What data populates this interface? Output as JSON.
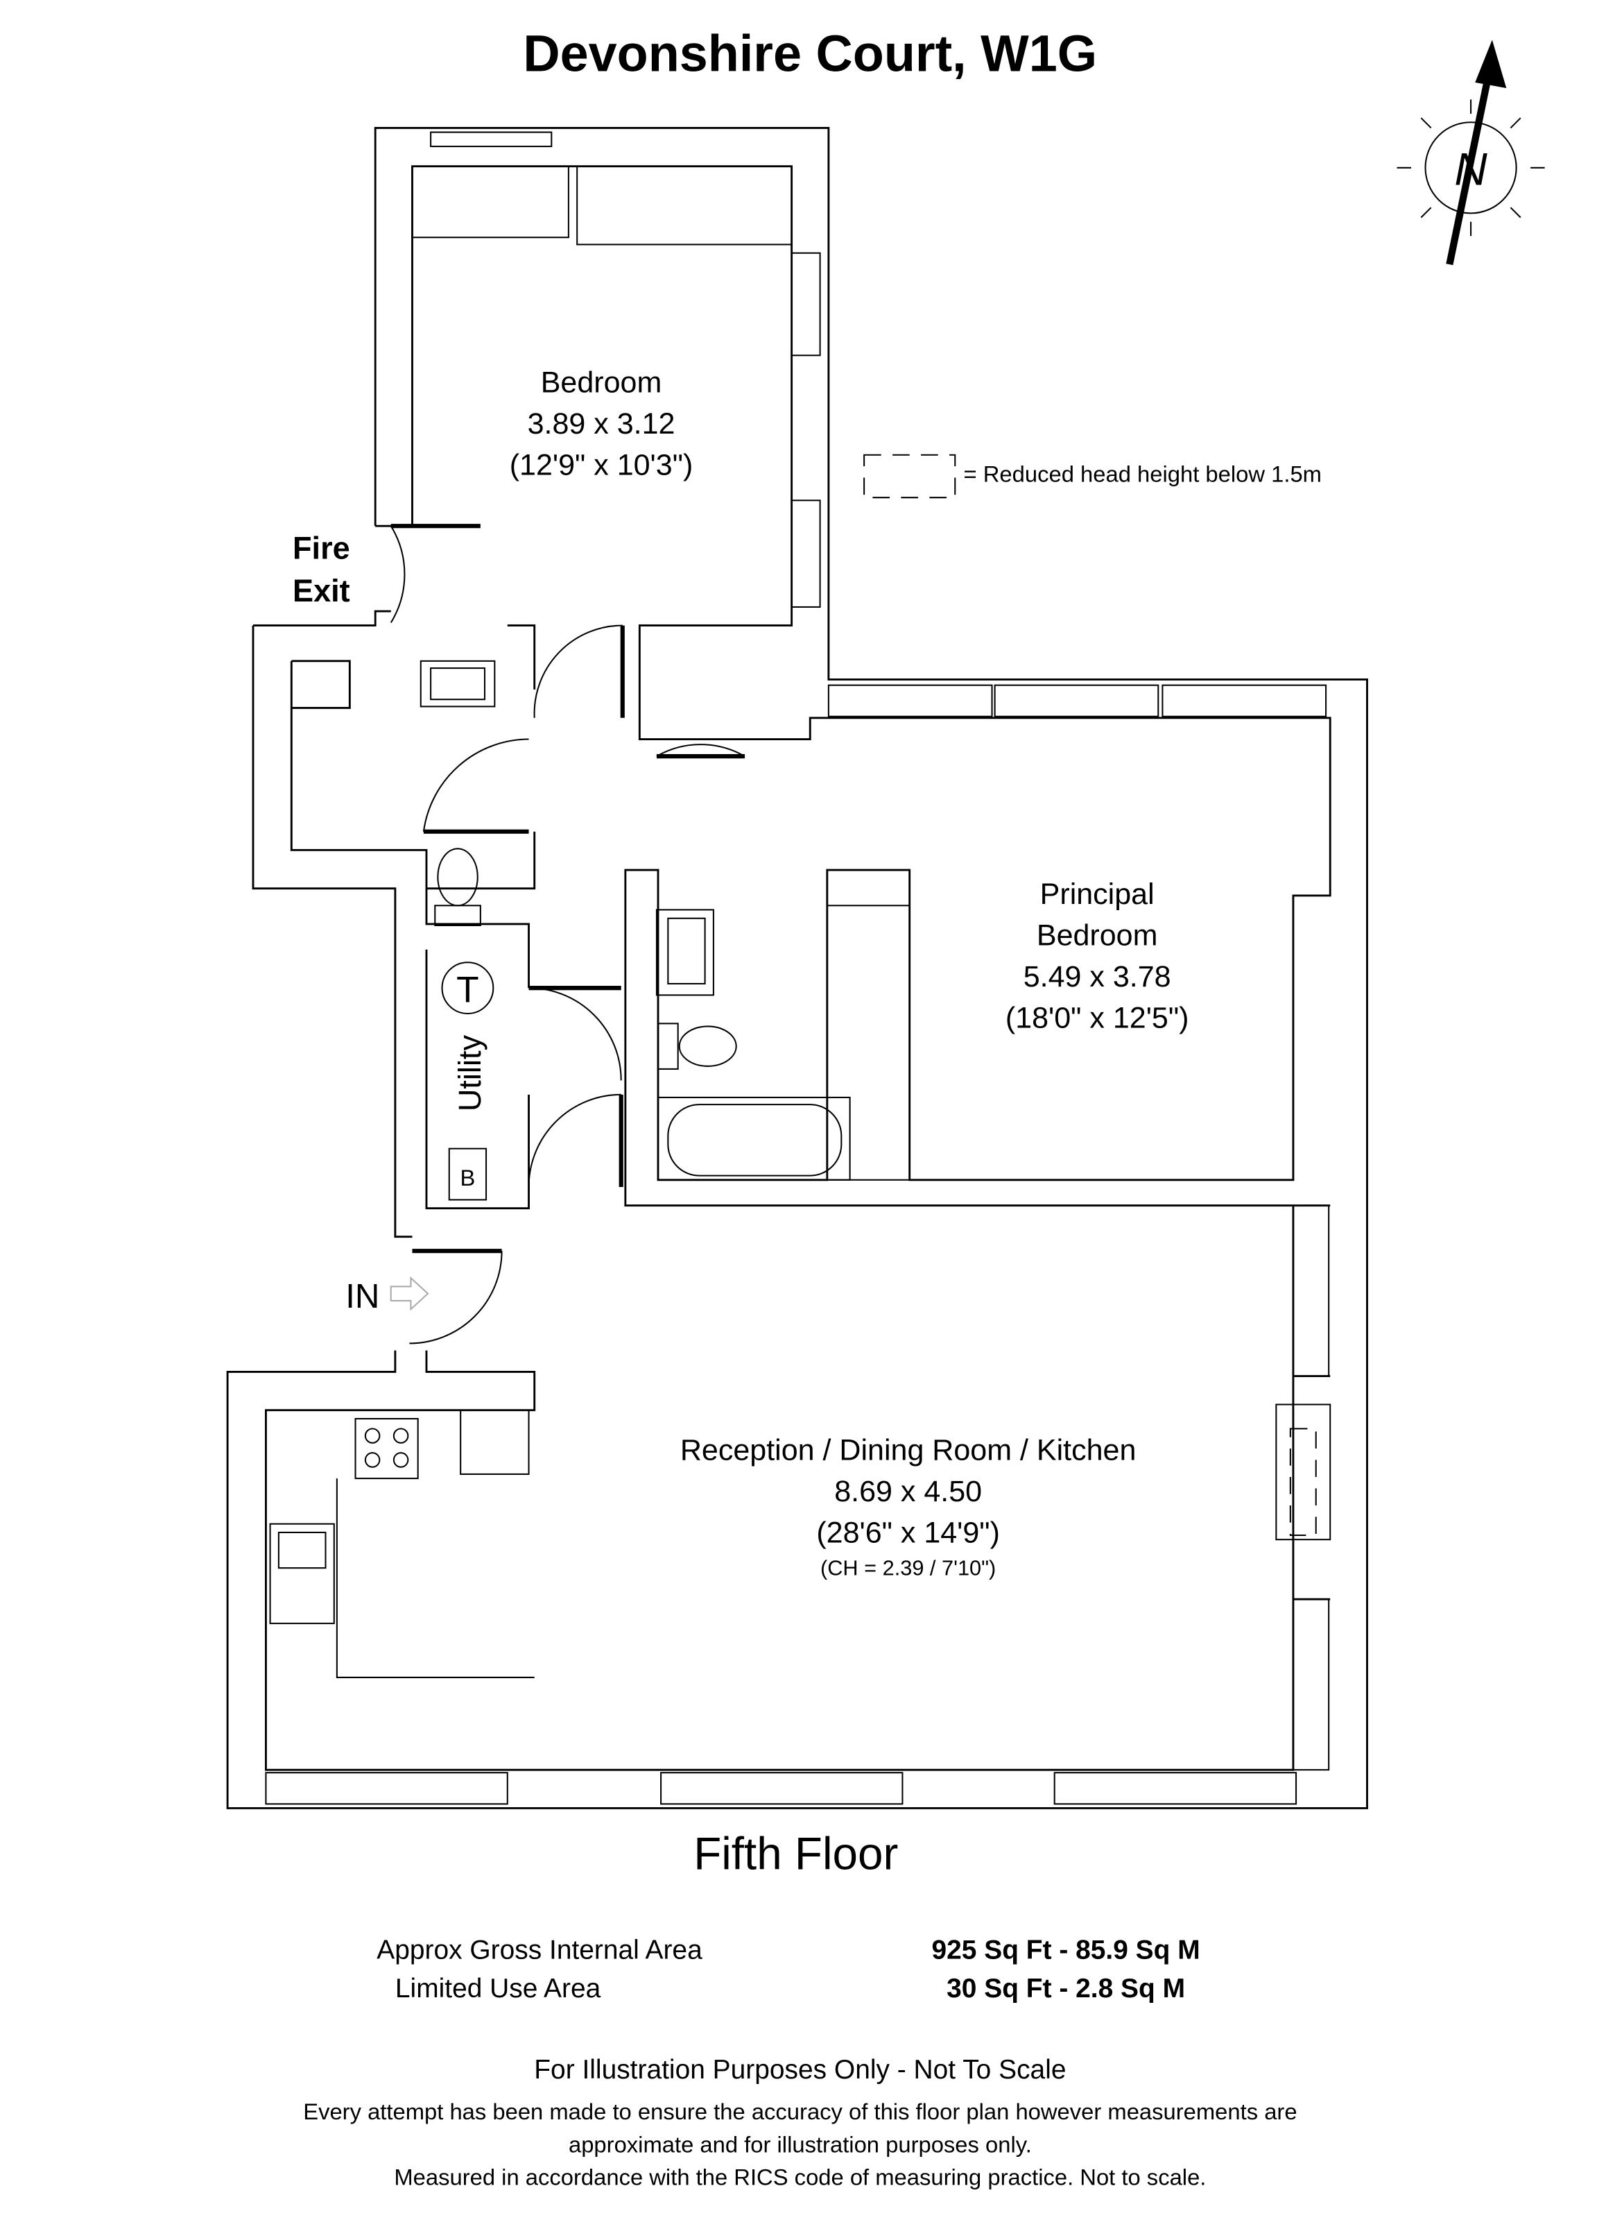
{
  "title": "Devonshire Court, W1G",
  "compass": {
    "label": "N"
  },
  "legend": {
    "text": "= Reduced head height below 1.5m"
  },
  "rooms": {
    "bedroom": {
      "name": "Bedroom",
      "metric": "3.89 x 3.12",
      "imperial": "(12'9\" x 10'3\")"
    },
    "principal": {
      "name1": "Principal",
      "name2": "Bedroom",
      "metric": "5.49 x 3.78",
      "imperial": "(18'0\" x 12'5\")"
    },
    "reception": {
      "name": "Reception / Dining Room / Kitchen",
      "metric": "8.69 x 4.50",
      "imperial": "(28'6\" x 14'9\")",
      "ceiling": "(CH = 2.39 / 7'10\")"
    },
    "utility": {
      "name": "Utility",
      "tank": "T",
      "boiler": "B"
    }
  },
  "labels": {
    "fire1": "Fire",
    "fire2": "Exit",
    "entrance": "IN"
  },
  "floor": "Fifth Floor",
  "areas": [
    {
      "label": "Approx Gross Internal Area",
      "value": "925 Sq Ft - 85.9 Sq M"
    },
    {
      "label": "Limited Use Area",
      "value": "30 Sq Ft - 2.8 Sq M"
    }
  ],
  "disclaimer": {
    "headline": "For Illustration Purposes Only - Not To Scale",
    "line1": "Every attempt has been made to ensure the accuracy of this floor plan however measurements are",
    "line2": "approximate and for illustration purposes only.",
    "line3": "Measured in accordance with the RICS code of measuring practice. Not to scale."
  }
}
